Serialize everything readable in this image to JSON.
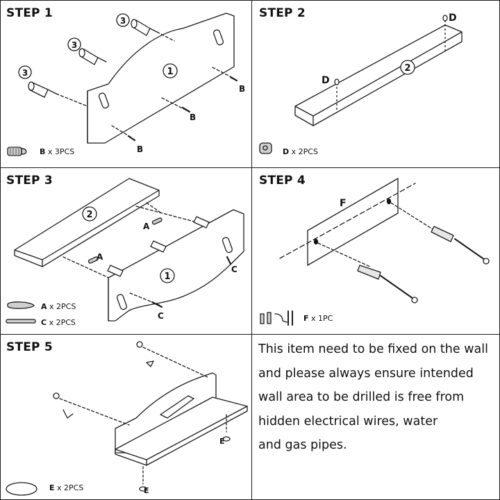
{
  "steps": [
    {
      "title": "STEP 1",
      "parts": [
        {
          "letter": "B",
          "qty": "x 3PCS"
        }
      ],
      "labels": {
        "callout": "B",
        "board_number": "1",
        "dowel_number": "3"
      }
    },
    {
      "title": "STEP 2",
      "parts": [
        {
          "letter": "D",
          "qty": "x 2PCS"
        }
      ],
      "labels": {
        "callout": "D",
        "board_number": "2"
      }
    },
    {
      "title": "STEP 3",
      "parts": [
        {
          "letter": "A",
          "qty": "x 2PCS"
        },
        {
          "letter": "C",
          "qty": "x 2PCS"
        }
      ],
      "labels": {
        "callout_a": "A",
        "callout_c": "C",
        "board_back": "1",
        "board_shelf": "2"
      }
    },
    {
      "title": "STEP 4",
      "parts": [
        {
          "letter": "F",
          "qty": "x 1PC"
        }
      ],
      "labels": {
        "callout": "F"
      }
    },
    {
      "title": "STEP 5",
      "parts": [
        {
          "letter": "E",
          "qty": "x 2PCS"
        }
      ],
      "labels": {
        "callout": "E"
      }
    }
  ],
  "note": {
    "lines": [
      "This item need to be fixed on the wall",
      "and please always ensure intended",
      "wall area to be drilled is free from",
      "hidden electrical wires, water",
      "and gas pipes."
    ]
  },
  "colors": {
    "line": "#1a1a1a",
    "background": "#ffffff",
    "part_fill": "#cfcfcf"
  }
}
